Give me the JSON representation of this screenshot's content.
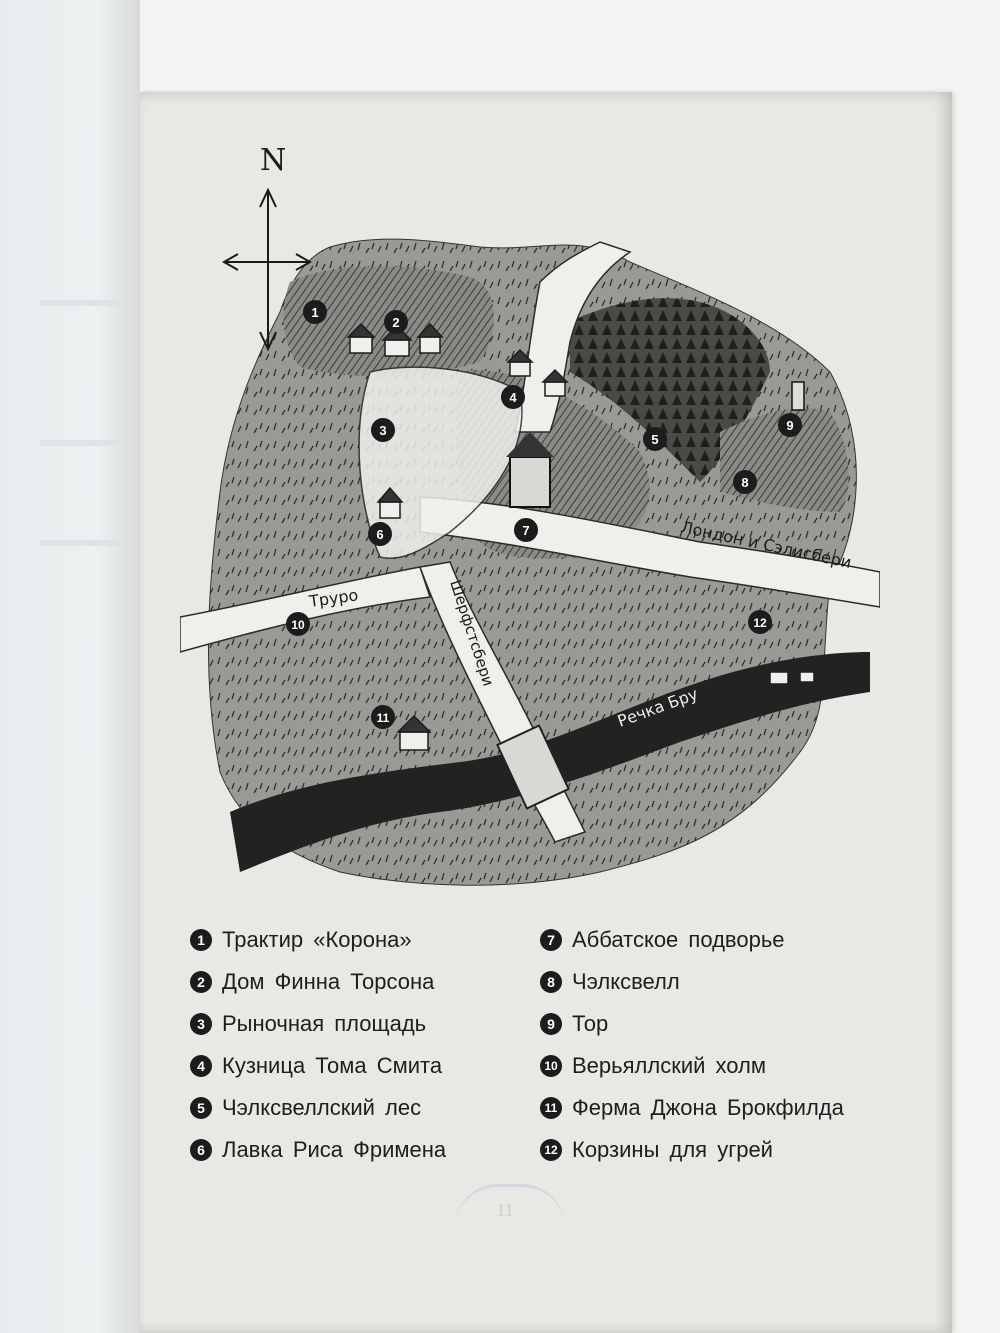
{
  "compass": {
    "north_label": "N"
  },
  "markers": [
    "1",
    "2",
    "3",
    "4",
    "5",
    "6",
    "7",
    "8",
    "9",
    "10",
    "11",
    "12"
  ],
  "roads": {
    "london_salisbury": "Лондон и Сэлисбери",
    "truro": "Труро",
    "shaftesbury": "Шерфстсбери",
    "river": "Речка Бру"
  },
  "legend": [
    {
      "num": "1",
      "label": "Трактир «Корона»"
    },
    {
      "num": "2",
      "label": "Дом Финна Торсона"
    },
    {
      "num": "3",
      "label": "Рыночная площадь"
    },
    {
      "num": "4",
      "label": "Кузница Тома Смита"
    },
    {
      "num": "5",
      "label": "Чэлксвеллский лес"
    },
    {
      "num": "6",
      "label": "Лавка Риса Фримена"
    },
    {
      "num": "7",
      "label": "Аббатское подворье"
    },
    {
      "num": "8",
      "label": "Чэлксвелл"
    },
    {
      "num": "9",
      "label": "Тор"
    },
    {
      "num": "10",
      "label": "Верьяллский холм"
    },
    {
      "num": "11",
      "label": "Ферма Джона Брокфилда"
    },
    {
      "num": "12",
      "label": "Корзины для угрей"
    }
  ],
  "page_number": "11",
  "colors": {
    "ink": "#1c1c1c",
    "paper": "#e8e8e4",
    "road": "#efefeb"
  }
}
